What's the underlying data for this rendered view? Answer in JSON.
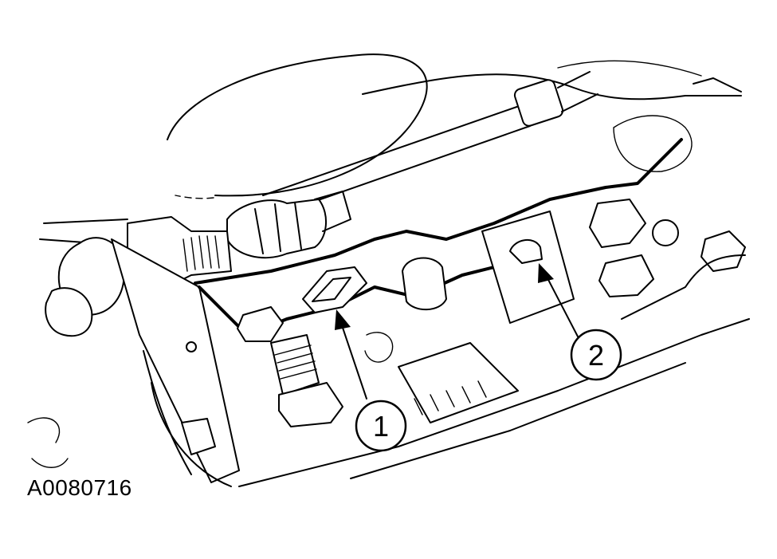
{
  "figure": {
    "id_label": "A0080716"
  },
  "callouts": [
    {
      "number": "1",
      "name": "callout-1"
    },
    {
      "number": "2",
      "name": "callout-2"
    }
  ]
}
